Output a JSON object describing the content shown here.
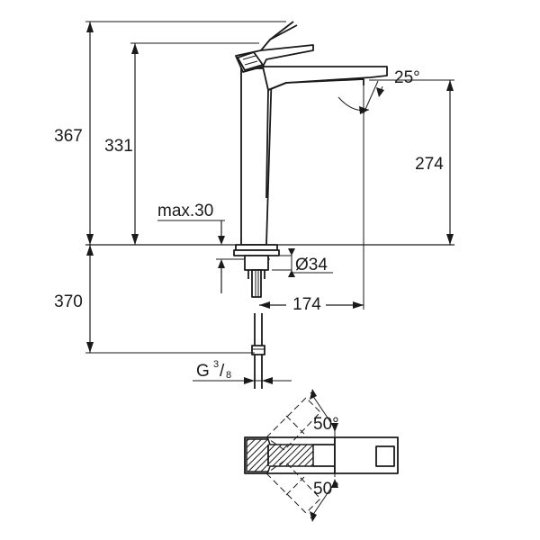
{
  "dimensions": {
    "total_height": "367",
    "spout_height": "331",
    "outlet_height": "274",
    "below_counter": "370",
    "max_counter": "max.30",
    "hole_diameter": "Ø34",
    "projection": "174",
    "spout_angle": "25°",
    "thread_prefix": "G",
    "thread_num": "3",
    "thread_den": "8",
    "swivel_angle_top": "50°",
    "swivel_angle_bottom": "50°"
  }
}
